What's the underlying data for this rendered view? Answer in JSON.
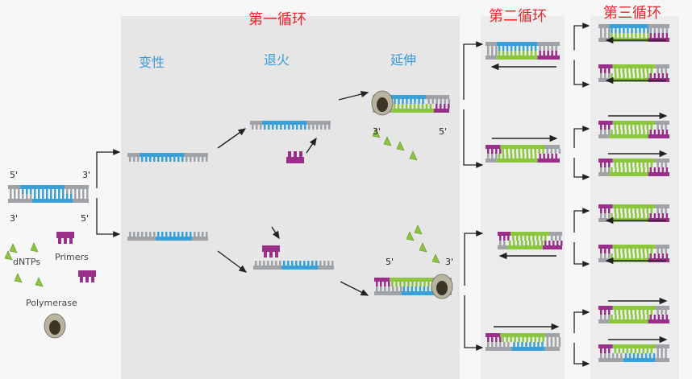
{
  "cycles": {
    "first": "第一循环",
    "second": "第二循环",
    "third": "第三循环"
  },
  "steps": {
    "denature": "变性",
    "anneal": "退火",
    "extend": "延伸"
  },
  "ends": {
    "five_prime": "5'",
    "three_prime": "3'"
  },
  "legend": {
    "dntps": "dNTPs",
    "primers": "Primers",
    "polymerase": "Polymerase"
  },
  "colors": {
    "template_blue": "#3aa0d8",
    "light_blue": "#a7d2ec",
    "primer_purple": "#9a2f8a",
    "new_green": "#8cc63f",
    "gray_strand": "#9fa3a8",
    "bg_panel": "#e6e6e6",
    "cycle_red": "#e8262a",
    "step_blue": "#3a9ad9"
  }
}
